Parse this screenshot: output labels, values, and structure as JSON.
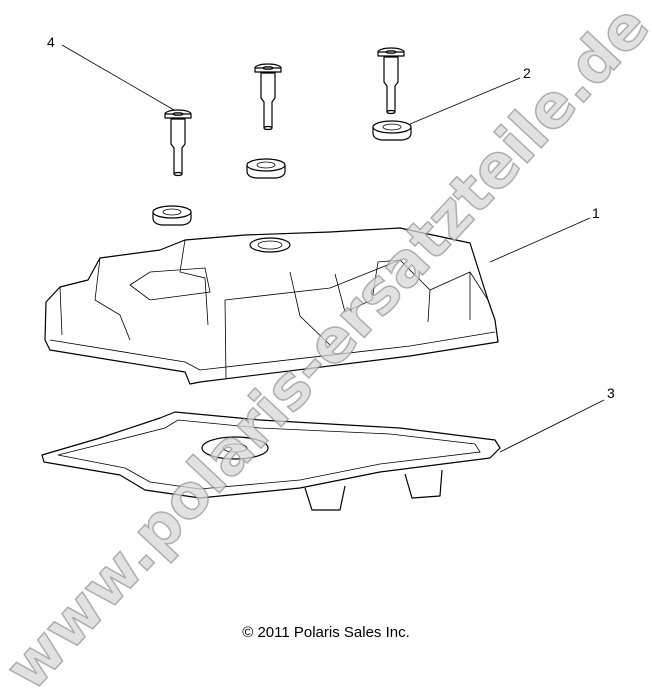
{
  "diagram": {
    "callouts": [
      {
        "label": "1",
        "part": "cover"
      },
      {
        "label": "2",
        "part": "grommet"
      },
      {
        "label": "3",
        "part": "gasket"
      },
      {
        "label": "4",
        "part": "bolt"
      }
    ],
    "copyright": "© 2011 Polaris Sales Inc.",
    "watermark": "www.polaris-ersatzteile.de"
  }
}
